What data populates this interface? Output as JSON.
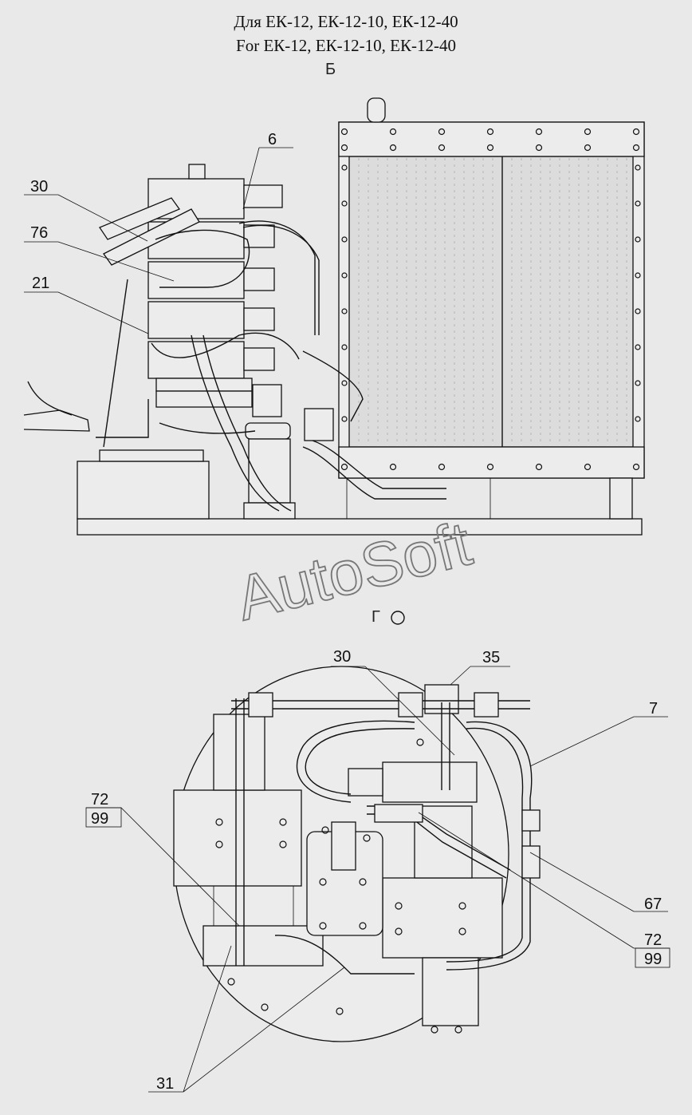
{
  "titles": {
    "line1": "Для ЕК-12, ЕК-12-10, ЕК-12-40",
    "line2": "For ЕК-12, ЕК-12-10, ЕК-12-40"
  },
  "views": {
    "top_label": "Б",
    "bottom_label": "Г"
  },
  "watermark": "AutoSoft",
  "callouts_top": [
    "6",
    "30",
    "76",
    "21"
  ],
  "callouts_bottom": [
    "30",
    "35",
    "7",
    "72",
    "99",
    "67",
    "72",
    "99",
    "31"
  ],
  "colors": {
    "background": "#e9e9e9",
    "line": "#111111",
    "watermark": "#777777"
  }
}
